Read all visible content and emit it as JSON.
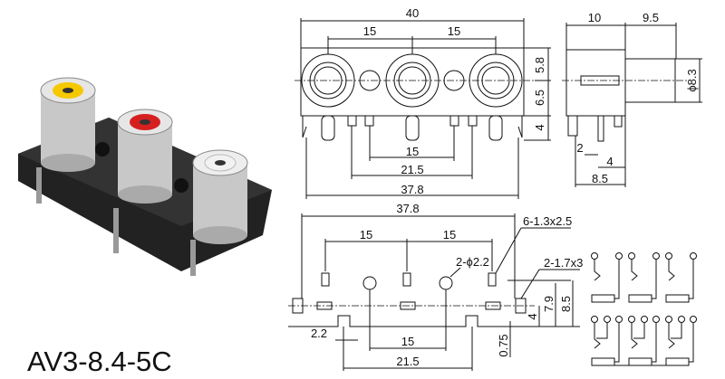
{
  "product": {
    "model": "AV3-8.4-5C",
    "jack_colors": [
      "#f5c800",
      "#d62020",
      "#f2f2f2"
    ]
  },
  "front_view": {
    "overall_width": "40",
    "pitch_left": "15",
    "pitch_right": "15",
    "h_top": "5.8",
    "h_mid": "6.5",
    "h_pin": "4",
    "pin_pitch": "15",
    "pin_span": "21.5",
    "base_width": "37.8"
  },
  "side_view": {
    "body_depth": "10",
    "barrel_length": "9.5",
    "barrel_dia": "ϕ8.3",
    "pin_offset": "2",
    "pin_len": "4",
    "base_depth": "8.5"
  },
  "footprint": {
    "overall_width": "37.8",
    "pitch_left": "15",
    "pitch_right": "15",
    "slot_note": "6-1.3x2.5",
    "hole_note": "2-ϕ2.2",
    "tab_note": "2-1.7x3",
    "h_79": "7.9",
    "h_85": "8.5",
    "h_4": "4",
    "h_075": "0.75",
    "tab_w": "2.2",
    "hole_pitch": "15",
    "tab_pitch": "21.5"
  }
}
